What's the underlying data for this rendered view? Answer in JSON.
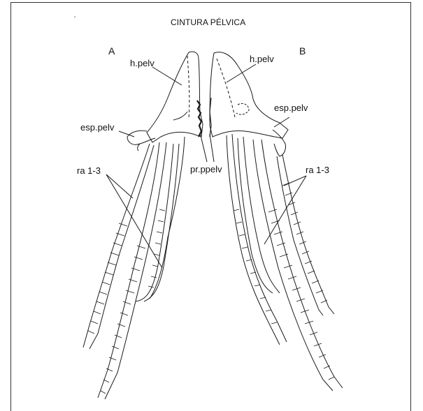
{
  "title": "CINTURA PÉLVICA",
  "panel_a": "A",
  "panel_b": "B",
  "labels": {
    "h_pelv_a": "h.pelv",
    "h_pelv_b": "h.pelv",
    "esp_pelv_a": "esp.pelv",
    "esp_pelv_b": "esp.pelv",
    "ra_a": "ra 1-3",
    "ra_b": "ra 1-3",
    "pr_ppelv": "pr.ppelv"
  },
  "colors": {
    "line": "#1a1a1a",
    "frame": "#333333",
    "background": "#ffffff"
  }
}
